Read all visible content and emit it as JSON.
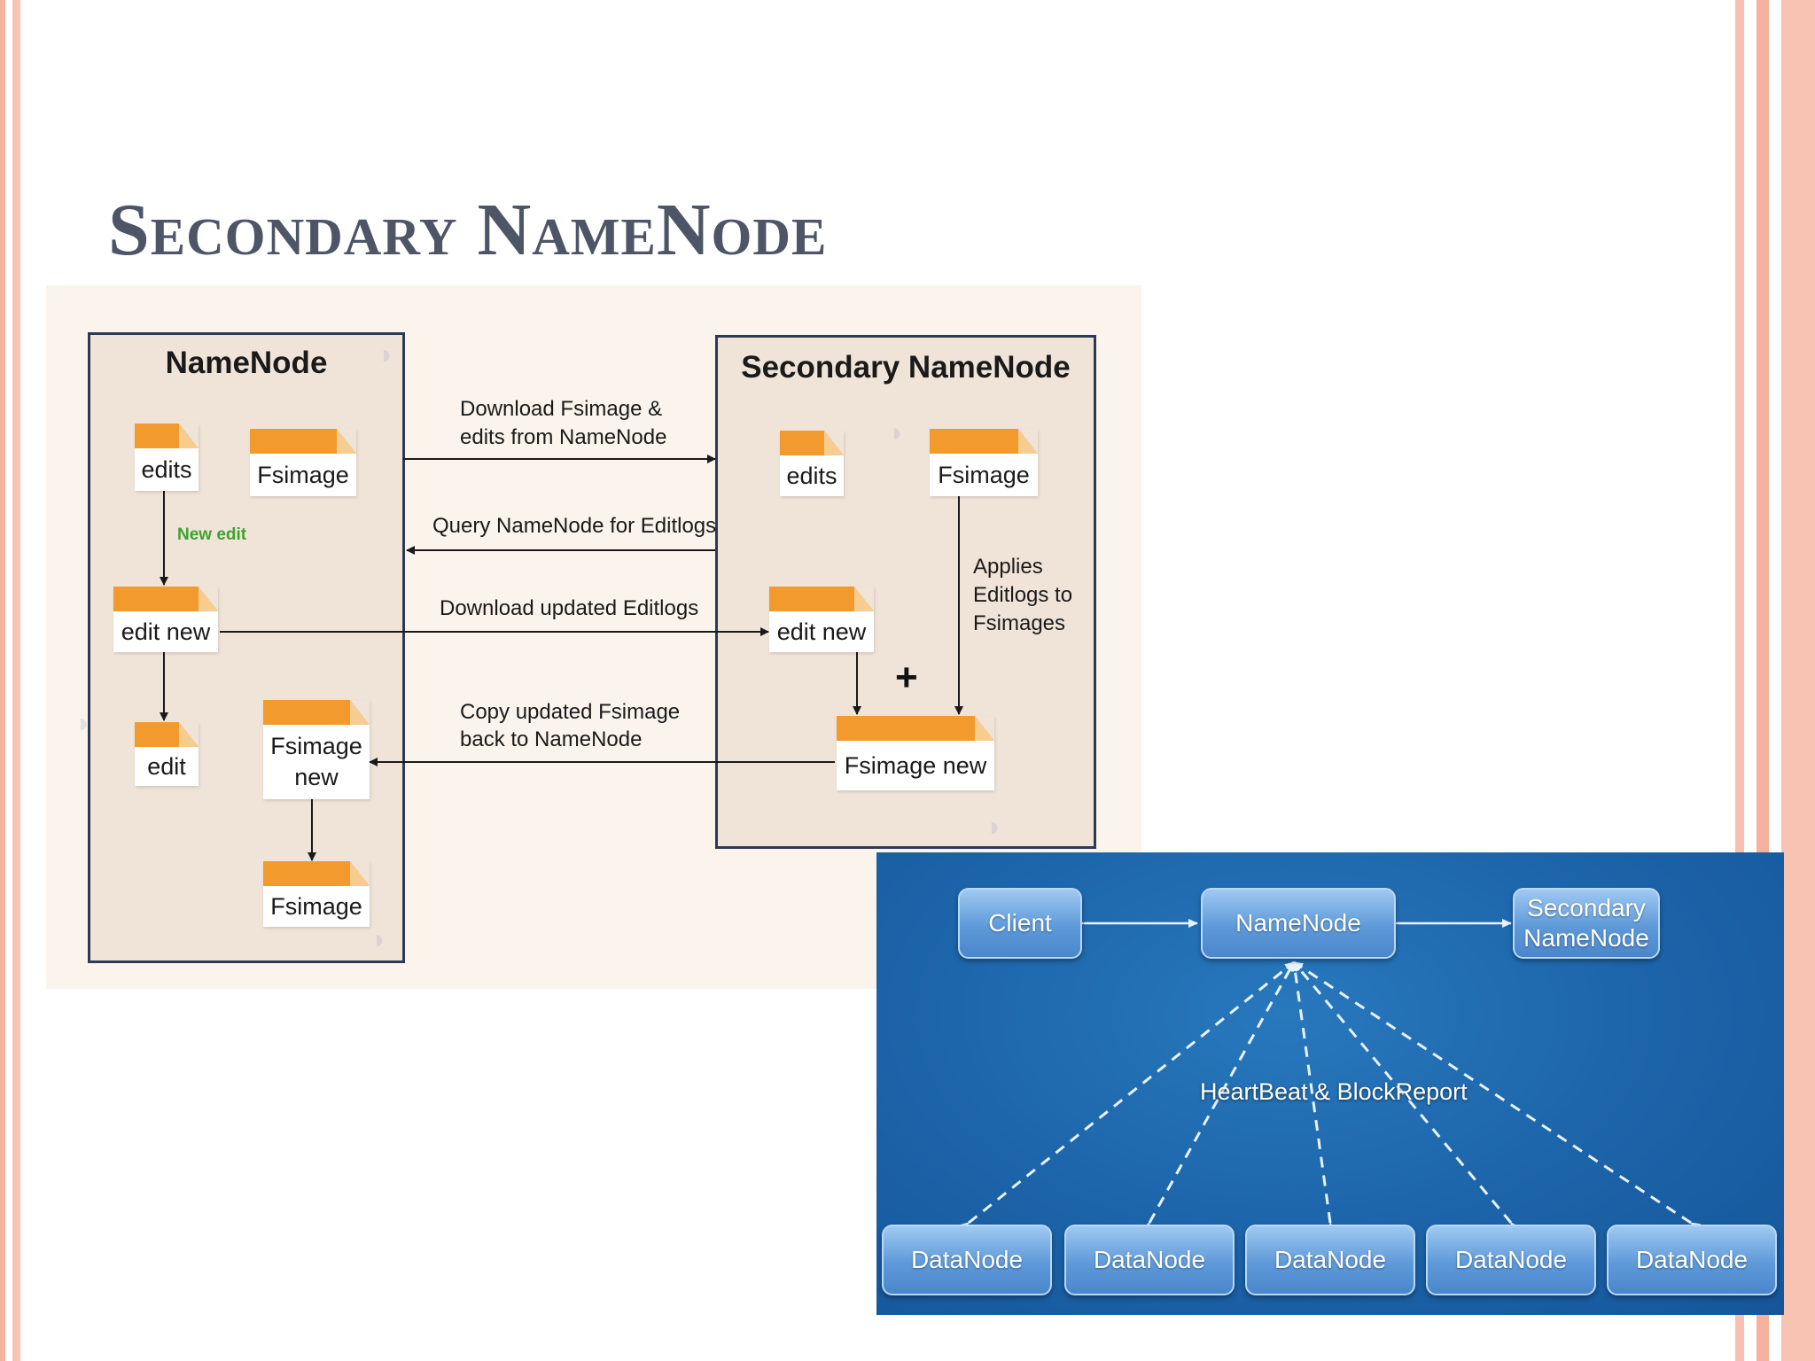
{
  "slide": {
    "title": "Secondary NameNode"
  },
  "diagram1": {
    "namenode_panel": {
      "title": "NameNode",
      "files": {
        "edits": "edits",
        "fsimage": "Fsimage",
        "edit_new": "edit new",
        "edit": "edit",
        "fsimage_new": "Fsimage new",
        "fsimage_final": "Fsimage"
      },
      "new_edit_label": "New edit"
    },
    "secondary_panel": {
      "title": "Secondary NameNode",
      "files": {
        "edits": "edits",
        "fsimage": "Fsimage",
        "edit_new": "edit new",
        "fsimage_new": "Fsimage new"
      },
      "applies_label": [
        "Applies",
        "Editlogs to",
        "Fsimages"
      ],
      "plus": "+"
    },
    "arrows": {
      "download": [
        "Download Fsimage &",
        "edits from NameNode"
      ],
      "query": "Query NameNode for Editlogs",
      "download_updated": "Download updated Editlogs",
      "copy": [
        "Copy updated Fsimage",
        "back to NameNode"
      ]
    },
    "colors": {
      "file_tab": "#f29a2e",
      "panel_bg": "#f0e4d8",
      "panel_border": "#2c3a57"
    }
  },
  "diagram2": {
    "client": "Client",
    "namenode": "NameNode",
    "secondary": "Secondary NameNode",
    "link_label": "HeartBeat & BlockReport",
    "datanodes": [
      "DataNode",
      "DataNode",
      "DataNode",
      "DataNode",
      "DataNode"
    ],
    "colors": {
      "background": "#1c63a8",
      "node": "#5e9ad9"
    }
  }
}
